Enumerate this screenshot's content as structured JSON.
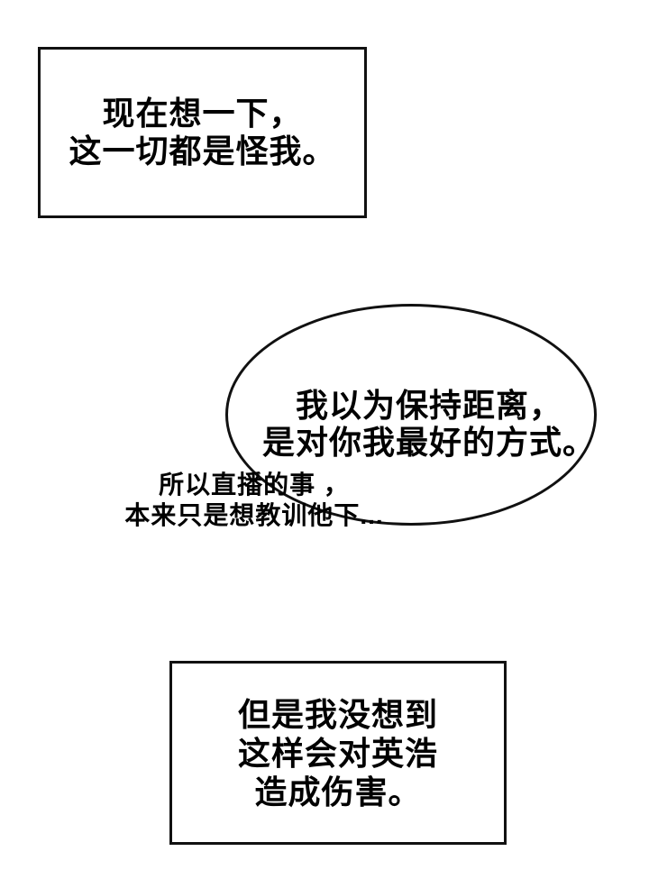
{
  "page": {
    "background_color": "#ffffff",
    "ink_color": "#000000",
    "panel_border_color": "#111111"
  },
  "narration_top": {
    "lines": [
      "现在想一下，",
      "这一切都是怪我。"
    ]
  },
  "speech_bubble": {
    "lines": [
      "我以为保持距离，",
      "是对你我最好的方式。"
    ]
  },
  "handwritten_aside": {
    "lines": [
      "所以直播的事 ，",
      "本来只是想教训他下..."
    ]
  },
  "narration_bottom": {
    "lines": [
      "但是我没想到",
      "这样会对英浩",
      "造成伤害。"
    ]
  }
}
